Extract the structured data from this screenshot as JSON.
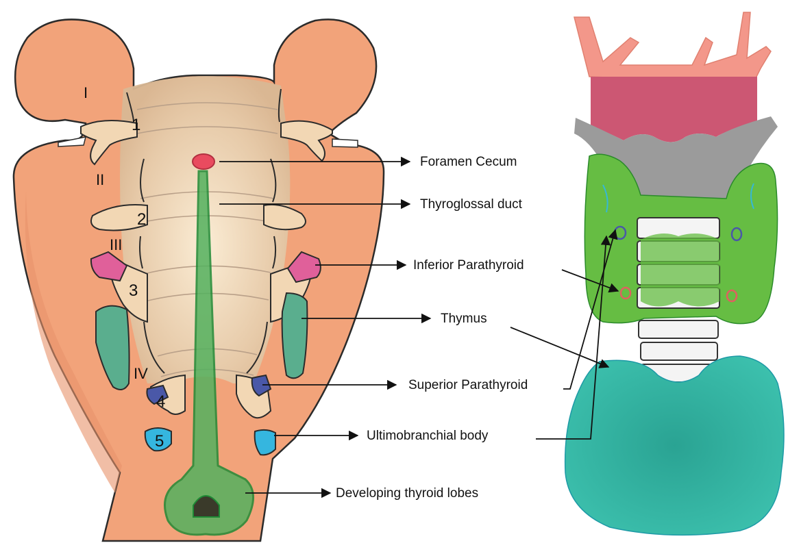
{
  "arch_labels": {
    "roman": [
      "I",
      "II",
      "III",
      "IV"
    ],
    "numbers": [
      "1",
      "2",
      "3",
      "4",
      "5"
    ]
  },
  "callouts": {
    "foramen_cecum": "Foramen Cecum",
    "thyroglossal_duct": "Thyroglossal duct",
    "inferior_parathyroid": "Inferior Parathyroid",
    "thymus": "Thymus",
    "superior_parathyroid": "Superior Parathyroid",
    "ultimobranchial_body": "Ultimobranchial body",
    "developing_thyroid_lobes": "Developing thyroid lobes"
  },
  "colors": {
    "embryo_skin": "#f2a37a",
    "pharynx_floor": "#ecd3b3",
    "foramen": "#e94b5f",
    "thyroglossal": "#2e9e45",
    "inferior_parathyroid": "#e0609a",
    "thymus": "#5aae8e",
    "superior_parathyroid": "#4a58a8",
    "ultimobranchial": "#35b6df",
    "hyoid": "#f3978a",
    "thyroid_cartilage": "#cc5773",
    "cricoid": "#999999",
    "thyroid_gland": "#66bd43",
    "thymus_adult": "#2fb8a3"
  }
}
